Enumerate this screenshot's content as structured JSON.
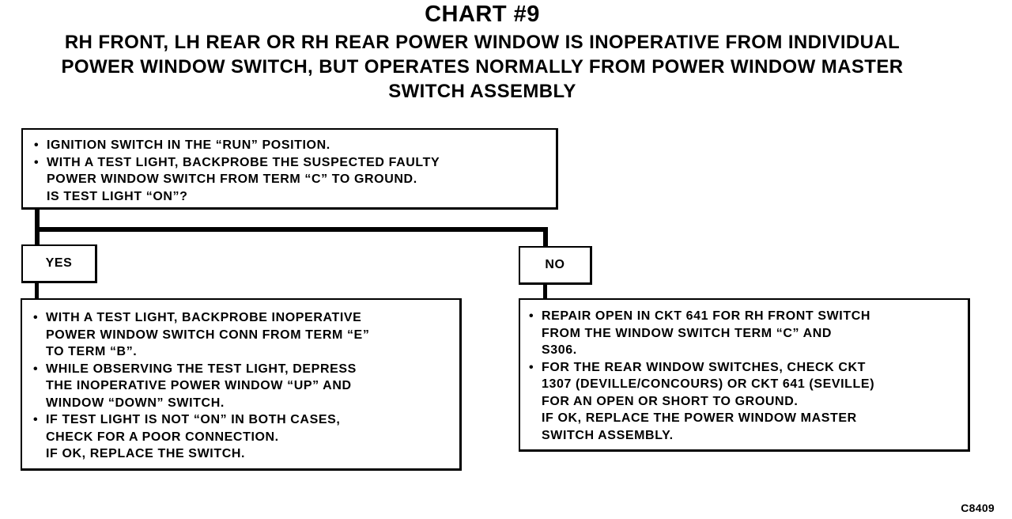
{
  "title": "CHART #9",
  "subtitle": [
    "RH FRONT, LH REAR OR RH REAR POWER WINDOW IS INOPERATIVE FROM INDIVIDUAL",
    "POWER WINDOW SWITCH, BUT OPERATES NORMALLY FROM POWER WINDOW MASTER",
    "SWITCH ASSEMBLY"
  ],
  "top_box": {
    "items": [
      [
        "IGNITION SWITCH IN THE “RUN” POSITION."
      ],
      [
        "WITH A TEST LIGHT, BACKPROBE THE SUSPECTED FAULTY",
        "POWER WINDOW SWITCH FROM TERM “C” TO GROUND.",
        "IS TEST LIGHT “ON”?"
      ]
    ]
  },
  "yes_label": "YES",
  "no_label": "NO",
  "yes_box": {
    "items": [
      [
        "WITH A TEST LIGHT, BACKPROBE INOPERATIVE",
        "POWER WINDOW SWITCH CONN FROM TERM “E”",
        "TO TERM “B”."
      ],
      [
        "WHILE OBSERVING THE TEST LIGHT, DEPRESS",
        "THE INOPERATIVE POWER WINDOW “UP” AND",
        "WINDOW “DOWN” SWITCH."
      ],
      [
        "IF TEST LIGHT IS NOT “ON” IN BOTH CASES,",
        "CHECK FOR A POOR CONNECTION.",
        "IF OK, REPLACE THE SWITCH."
      ]
    ]
  },
  "no_box": {
    "items": [
      [
        "REPAIR OPEN IN CKT 641 FOR RH FRONT SWITCH",
        "FROM THE WINDOW SWITCH TERM “C” AND",
        "S306."
      ],
      [
        "FOR THE REAR WINDOW SWITCHES, CHECK CKT",
        "1307 (DEVILLE/CONCOURS) OR CKT 641 (SEVILLE)",
        "FOR AN OPEN OR SHORT TO GROUND.",
        "IF OK, REPLACE THE POWER WINDOW MASTER",
        "SWITCH ASSEMBLY."
      ]
    ]
  },
  "figure_code": "C8409"
}
